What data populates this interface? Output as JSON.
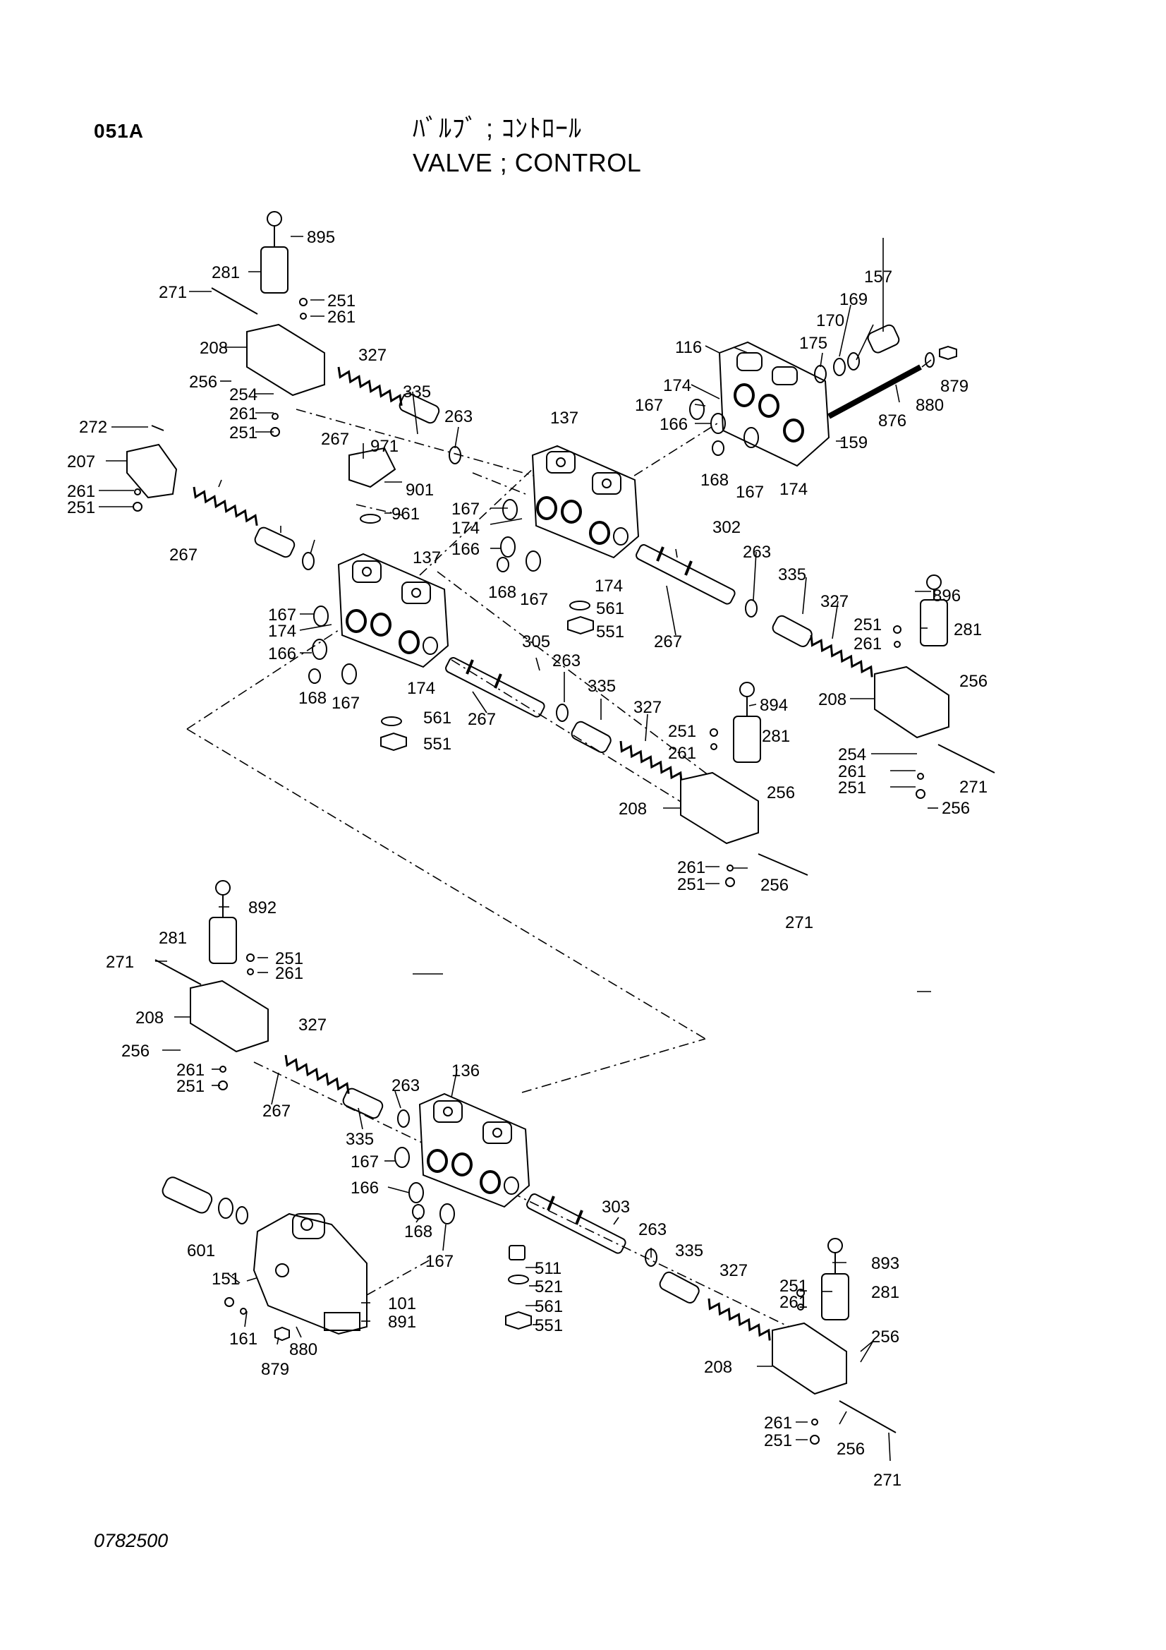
{
  "header": {
    "code": "051A",
    "title_jp": "ﾊﾞﾙﾌﾞ ; ｺﾝﾄﾛｰﾙ",
    "title_en": "VALVE ; CONTROL"
  },
  "footer": {
    "drawing_number": "0782500"
  },
  "part_labels": {
    "895": "895",
    "281": "281",
    "271": "271",
    "251": "251",
    "261": "261",
    "208": "208",
    "327": "327",
    "256": "256",
    "254": "254",
    "335": "335",
    "263": "263",
    "267": "267",
    "971": "971",
    "272": "272",
    "207": "207",
    "901": "901",
    "961": "961",
    "137": "137",
    "116": "116",
    "157": "157",
    "169": "169",
    "170": "170",
    "175": "175",
    "174": "174",
    "167": "167",
    "166": "166",
    "879": "879",
    "880": "880",
    "876": "876",
    "159": "159",
    "168": "168",
    "302": "302",
    "896": "896",
    "561": "561",
    "551": "551",
    "305": "305",
    "894": "894",
    "892": "892",
    "136": "136",
    "303": "303",
    "893": "893",
    "601": "601",
    "151": "151",
    "161": "161",
    "511": "511",
    "521": "521",
    "101": "101",
    "891": "891"
  }
}
